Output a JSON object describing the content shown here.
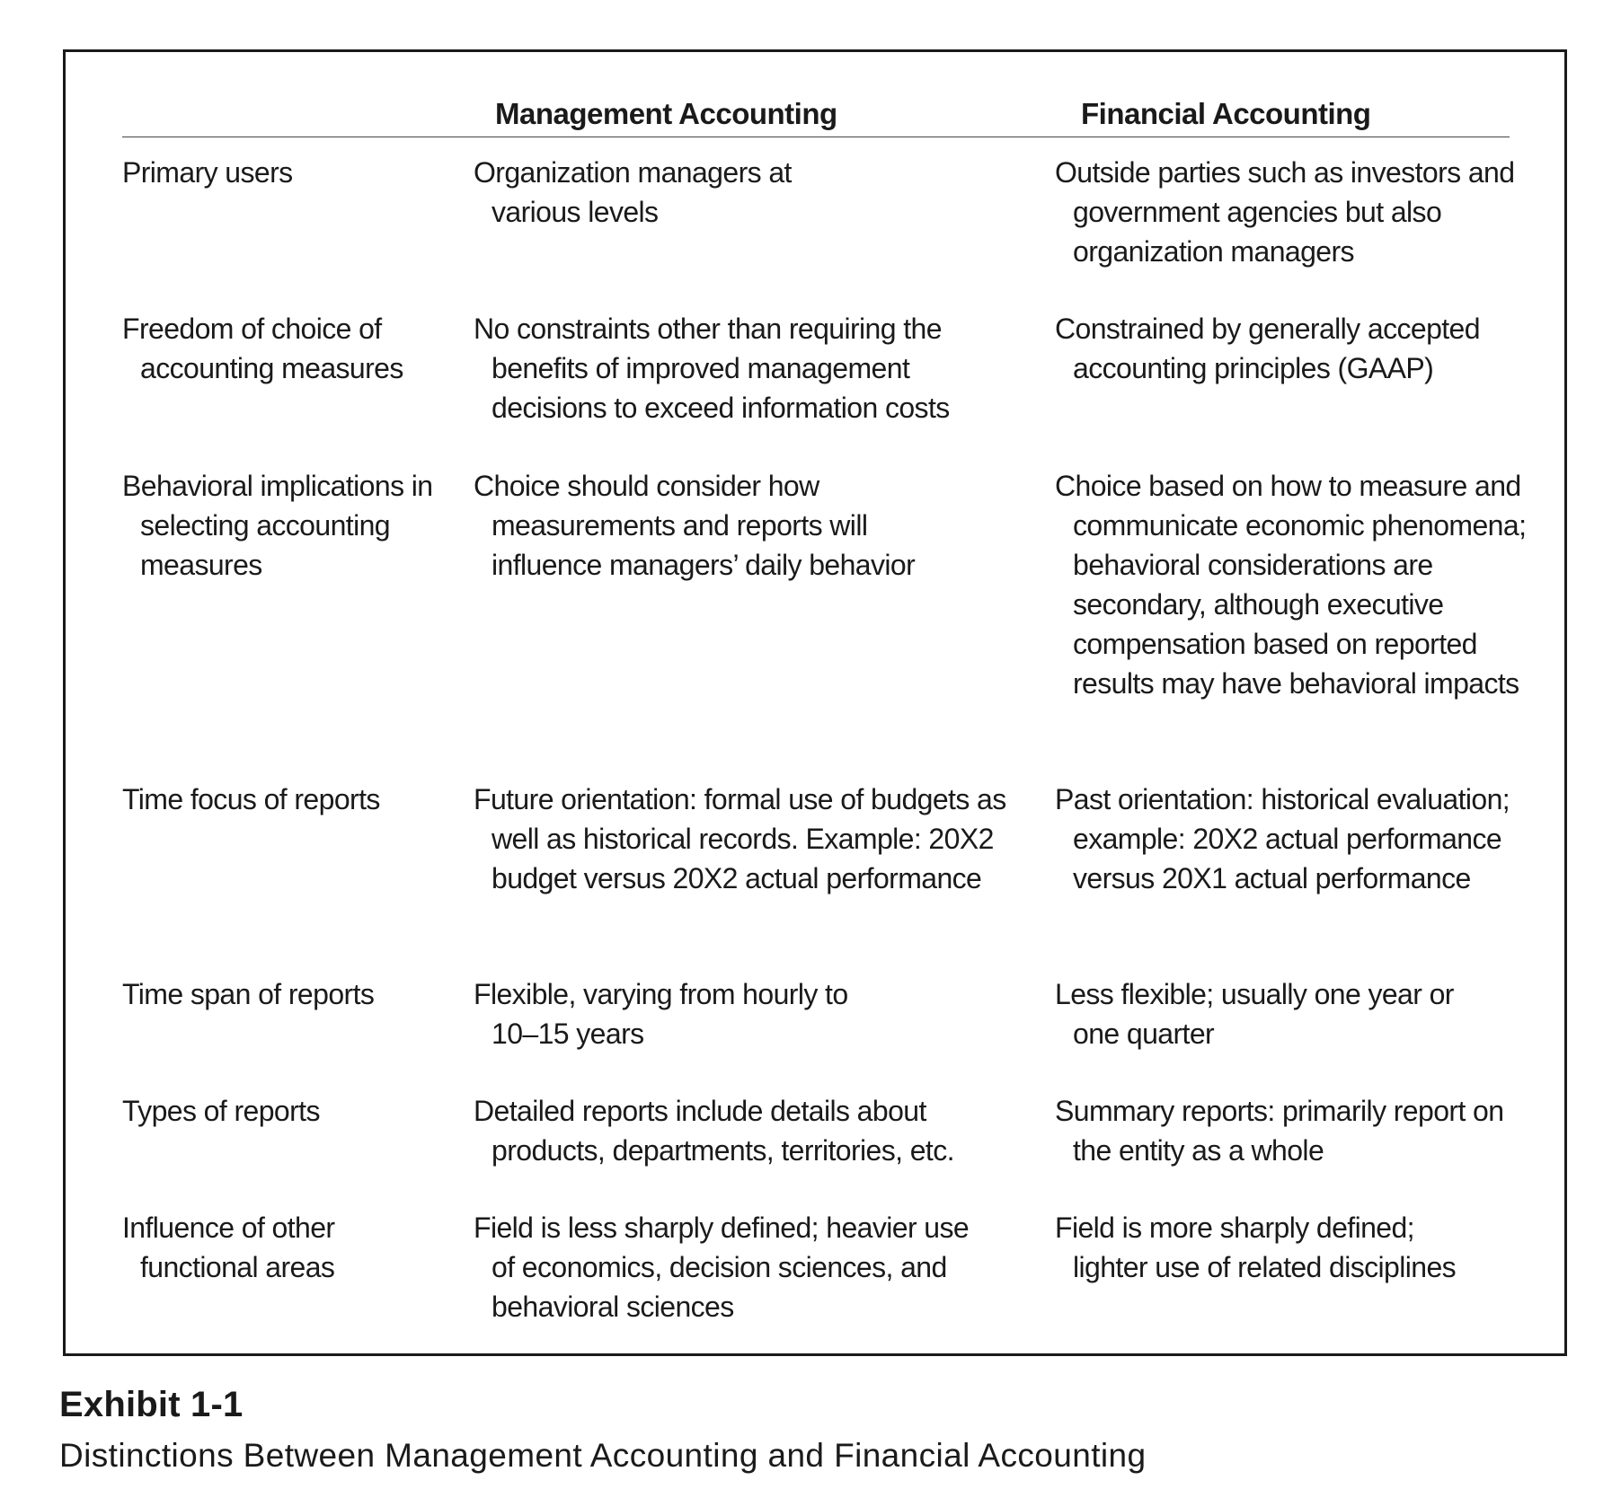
{
  "table": {
    "headers": {
      "col1": "",
      "col2": "Management Accounting",
      "col3": "Financial Accounting"
    },
    "rows": [
      {
        "label": "Primary users",
        "management": "Organization managers at various levels",
        "financial": "Outside parties such as investors and government agencies but also organization managers"
      },
      {
        "label": "Freedom of choice of accounting measures",
        "management": "No constraints other than requiring the benefits of improved management decisions to exceed information costs",
        "financial": "Constrained by generally accepted accounting principles (GAAP)"
      },
      {
        "label": "Behavioral implications in selecting accounting measures",
        "management": "Choice should consider how measurements and reports will influence managers’ daily behavior",
        "financial": "Choice based on how to measure and communicate economic phenomena; behavioral considerations are secondary, although executive compensation based on reported results may have behavioral impacts"
      },
      {
        "label": "Time focus of reports",
        "management": "Future orientation: formal use of budgets as well as historical records. Example: 20X2 budget versus 20X2 actual performance",
        "financial": "Past orientation: historical evaluation; example: 20X2 actual performance versus 20X1 actual performance"
      },
      {
        "label": "Time span of reports",
        "management": "Flexible, varying from hourly to 10–15 years",
        "financial": "Less flexible; usually one year or one quarter"
      },
      {
        "label": "Types of reports",
        "management": "Detailed reports include details about products, departments, territories, etc.",
        "financial": "Summary reports: primarily report on the entity as a whole"
      },
      {
        "label": "Influence of other functional areas",
        "management": "Field is less sharply defined; heavier use of economics, decision sciences, and behavioral sciences",
        "financial": "Field is more sharply defined; lighter use of related disciplines"
      }
    ]
  },
  "caption": {
    "number": "Exhibit 1-1",
    "title": "Distinctions Between Management Accounting and Financial Accounting"
  }
}
